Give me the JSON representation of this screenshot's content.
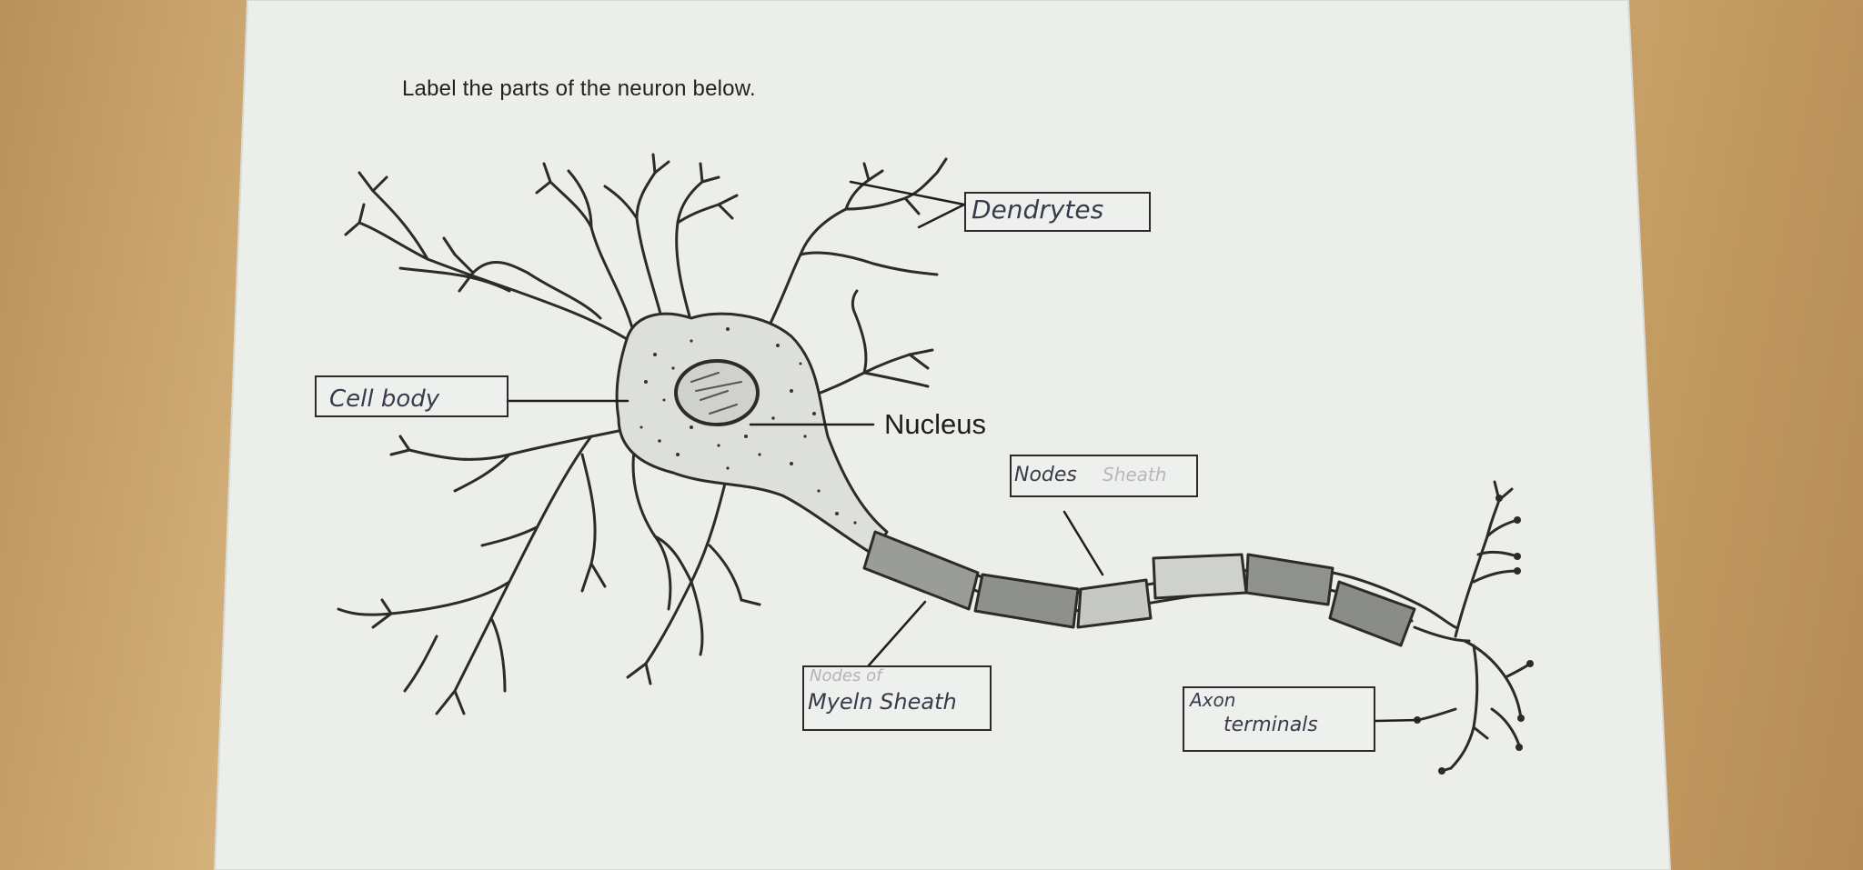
{
  "instruction": "Label the parts of the neuron below.",
  "labels": {
    "dendrites": "Dendrytes",
    "cell_body": "Cell body",
    "nucleus": "Nucleus",
    "nodes": "Nodes",
    "nodes_faint": "Sheath",
    "myelin_faint": "Nodes of",
    "myelin": "Myeln Sheath",
    "axon_terminals_line1": "Axon",
    "axon_terminals_line2": "terminals"
  },
  "colors": {
    "paper": "#eceeea",
    "desk": "#c9a36a",
    "ink": "#1e1e1e"
  }
}
